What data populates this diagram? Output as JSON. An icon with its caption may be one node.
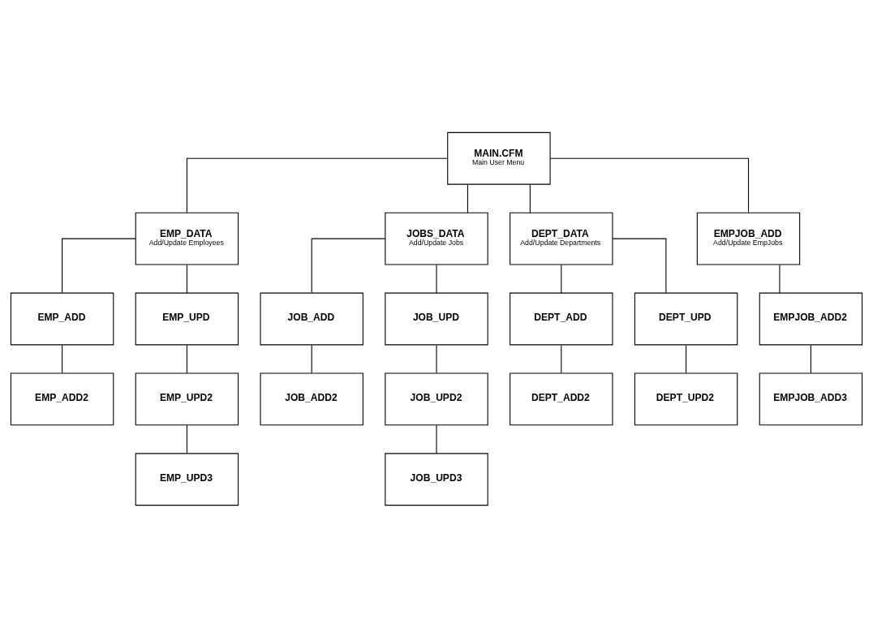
{
  "diagram": {
    "nodes": [
      {
        "text": [
          "MAIN.CFM",
          "Main User Menu"
        ]
      },
      {
        "text": [
          "EMP_DATA",
          "Add/Update Employees"
        ]
      },
      {
        "text": [
          "JOBS_DATA",
          "Add/Update Jobs"
        ]
      },
      {
        "text": [
          "DEPT_DATA",
          "Add/Update Departments"
        ]
      },
      {
        "text": [
          "EMPJOB_ADD",
          "Add/Update EmpJobs"
        ]
      },
      {
        "text": [
          "EMP_ADD"
        ]
      },
      {
        "text": [
          "EMP_ADD2"
        ]
      },
      {
        "text": [
          "EMP_UPD"
        ]
      },
      {
        "text": [
          "EMP_UPD2"
        ]
      },
      {
        "text": [
          "EMP_UPD3"
        ]
      },
      {
        "text": [
          "JOB_ADD"
        ]
      },
      {
        "text": [
          "JOB_ADD2"
        ]
      },
      {
        "text": [
          "JOB_UPD"
        ]
      },
      {
        "text": [
          "JOB_UPD2"
        ]
      },
      {
        "text": [
          "JOB_UPD3"
        ]
      },
      {
        "text": [
          "DEPT_ADD"
        ]
      },
      {
        "text": [
          "DEPT_ADD2"
        ]
      },
      {
        "text": [
          "DEPT_UPD"
        ]
      },
      {
        "text": [
          "DEPT_UPD2"
        ]
      },
      {
        "text": [
          "EMPJOB_ADD2"
        ]
      },
      {
        "text": [
          "EMPJOB_ADD3"
        ]
      }
    ],
    "edges": [
      {
        "from": 0,
        "to": 1,
        "arrow": "none"
      },
      {
        "from": 0,
        "to": 2,
        "arrow": "none"
      },
      {
        "from": 0,
        "to": 3,
        "arrow": "none"
      },
      {
        "from": 0,
        "to": 4,
        "arrow": "none"
      },
      {
        "from": 1,
        "to": 5,
        "arrow": "none"
      },
      {
        "from": 5,
        "to": 6,
        "arrow": "none"
      },
      {
        "from": 1,
        "to": 7,
        "arrow": "none"
      },
      {
        "from": 7,
        "to": 8,
        "arrow": "none"
      },
      {
        "from": 8,
        "to": 9,
        "arrow": "none"
      },
      {
        "from": 2,
        "to": 10,
        "arrow": "none"
      },
      {
        "from": 10,
        "to": 11,
        "arrow": "none"
      },
      {
        "from": 2,
        "to": 12,
        "arrow": "none"
      },
      {
        "from": 12,
        "to": 13,
        "arrow": "none"
      },
      {
        "from": 13,
        "to": 14,
        "arrow": "none"
      },
      {
        "from": 3,
        "to": 15,
        "arrow": "none"
      },
      {
        "from": 15,
        "to": 16,
        "arrow": "none"
      },
      {
        "from": 3,
        "to": 17,
        "arrow": "none"
      },
      {
        "from": 17,
        "to": 18,
        "arrow": "none"
      },
      {
        "from": 4,
        "to": 19,
        "arrow": "none"
      },
      {
        "from": 19,
        "to": 20,
        "arrow": "none"
      }
    ]
  }
}
